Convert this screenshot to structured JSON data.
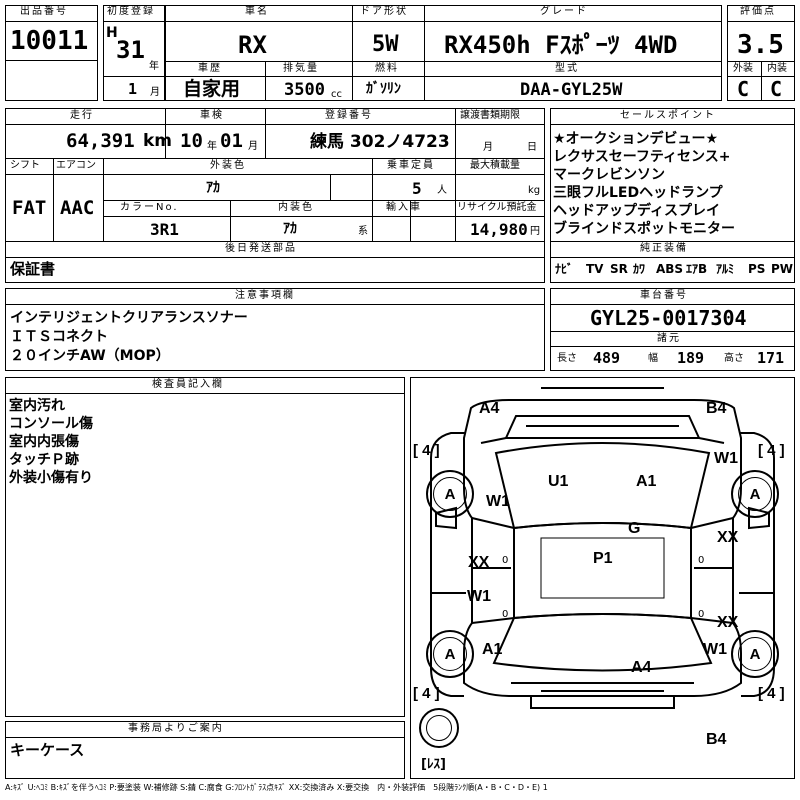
{
  "header": {
    "lot_label": "出品番号",
    "lot_number": "10011",
    "first_reg_label": "初度登録",
    "era": "H",
    "year": "31",
    "year_unit": "年",
    "month": "1",
    "month_unit": "月",
    "name_label": "車名",
    "car_name": "RX",
    "door_label": "ドア形状",
    "door": "5W",
    "grade_label": "グレード",
    "grade": "RX450h Fｽﾎﾟｰﾂ 4WD",
    "score_label": "評価点",
    "score": "3.5",
    "ext_label": "外装",
    "ext": "C",
    "int_label": "内装",
    "int": "C",
    "history_label": "車歴",
    "history": "自家用",
    "displacement_label": "排気量",
    "displacement": "3500",
    "cc": "cc",
    "fuel_label": "燃料",
    "fuel": "ｶﾞｿﾘﾝ",
    "model_label": "型式",
    "model": "DAA-GYL25W"
  },
  "row2": {
    "mileage_label": "走行",
    "mileage": "64,391",
    "km": "km",
    "inspection_label": "車検",
    "insp_year": "10",
    "insp_y_unit": "年",
    "insp_month": "01",
    "insp_m_unit": "月",
    "reg_label": "登録番号",
    "reg_number": "練馬 302ノ4723",
    "transfer_label": "譲渡書類期限",
    "transfer_m": "月",
    "transfer_d": "日",
    "shift_label": "シフト",
    "shift": "FAT",
    "ac_label": "エアコン",
    "ac": "AAC",
    "color_label": "外装色",
    "color": "ｱｶ",
    "capacity_label": "乗車定員",
    "capacity": "5",
    "capacity_unit": "人",
    "load_label": "最大積載量",
    "load_unit": "kg",
    "color_no_label": "カラーNo.",
    "color_no": "3R1",
    "int_color_label": "内装色",
    "int_color": "ｱｶ",
    "int_color_unit": "系",
    "import_label": "輸入車",
    "recycle_label": "リサイクル預託金",
    "recycle": "14,980",
    "recycle_unit": "円",
    "later_label": "後日発送部品",
    "later": "保証書"
  },
  "sales": {
    "label": "セールスポイント",
    "items": [
      "★オークションデビュー★",
      "レクサスセーフティセンス+",
      "マークレビンソン",
      "三眼フルLEDヘッドランプ",
      "ヘッドアップディスプレイ",
      "ブラインドスポットモニター"
    ],
    "equip_label": "純正装備",
    "equip": [
      "ﾅﾋﾞ",
      "TV",
      "SR",
      "ｶﾜ",
      "ABS",
      "ｴｱB",
      "ｱﾙﾐ",
      "PS",
      "PW"
    ]
  },
  "caution": {
    "label": "注意事項欄",
    "lines": [
      "インテリジェントクリアランスソナー",
      "ＩＴＳコネクト",
      "２０インチAW（MOP）"
    ]
  },
  "chassis": {
    "label": "車台番号",
    "number": "GYL25-0017304",
    "spec_label": "諸元",
    "len_label": "長さ",
    "len": "489",
    "wid_label": "幅",
    "wid": "189",
    "hgt_label": "高さ",
    "hgt": "171"
  },
  "inspector": {
    "label": "検査員記入欄",
    "lines": [
      "室内汚れ",
      "コンソール傷",
      "室内内張傷",
      "タッチＰ跡",
      "外装小傷有り"
    ]
  },
  "office": {
    "label": "事務局よりご案内",
    "text": "キーケース"
  },
  "diagram": {
    "marks": {
      "a4_tl": "A4",
      "b4_tr": "B4",
      "u1": "U1",
      "a1_top": "A1",
      "w1_tr": "W1",
      "w1_left": "W1",
      "g": "G",
      "p1": "P1",
      "xx_l": "XX",
      "xx_r": "XX",
      "w1_lm": "W1",
      "xx_rb": "XX",
      "a1_bl": "A1",
      "w1_br": "W1",
      "a4_bot": "A4",
      "b4_bot": "B4",
      "zero1": "0",
      "zero2": "0",
      "zero3": "0",
      "zero4": "0"
    },
    "tires": {
      "fl": "A",
      "fr": "A",
      "rl": "A",
      "rr": "A"
    },
    "tread": {
      "tl": "[ 4 ]",
      "tr": "[ 4 ]",
      "bl": "[ 4 ]",
      "br": "[ 4 ]"
    },
    "spare": "[ﾚｽ]"
  },
  "legend": "A:ｷｽﾞ U:ﾍｺﾐ B:ｷｽﾞを伴うﾍｺﾐ P:要塗装 W:補修跡 S:錆 C:腐食 G:ﾌﾛﾝﾄｶﾞﾗｽ点ｷｽﾞ XX:交換済み X:要交換　内・外装評価　5段階ﾗﾝｸ順(A・B・C・D・E) 1"
}
